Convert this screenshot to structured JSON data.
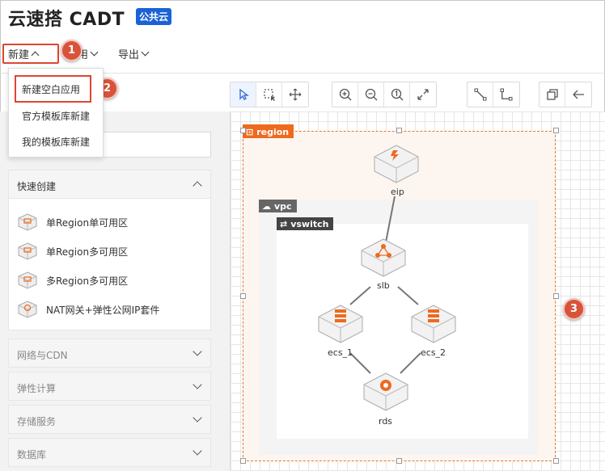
{
  "header": {
    "title": "云速搭 CADT",
    "badge": "公共云"
  },
  "menu": {
    "new_label": "新建",
    "hidden_label": "用",
    "export_label": "导出"
  },
  "dropdown": {
    "items": [
      "新建空白应用",
      "官方模板库新建",
      "我的模板库新建"
    ]
  },
  "steps": [
    "1",
    "2",
    "3"
  ],
  "toolbar": {
    "groups": [
      [
        "pointer-icon",
        "marquee-select-icon",
        "move-icon"
      ],
      [
        "zoom-in-icon",
        "zoom-out-icon",
        "zoom-actual-icon",
        "fit-screen-icon"
      ],
      [
        "connector-straight-icon",
        "connector-elbow-icon"
      ],
      [
        "duplicate-icon",
        "back-arrow-icon"
      ]
    ]
  },
  "sidebar": {
    "quick_create": {
      "title": "快速创建",
      "items": [
        "单Region单可用区",
        "单Region多可用区",
        "多Region多可用区",
        "NAT网关+弹性公网IP套件"
      ]
    },
    "categories": [
      "网络与CDN",
      "弹性计算",
      "存储服务",
      "数据库"
    ]
  },
  "diagram": {
    "containers": {
      "region": "region",
      "vpc": "vpc",
      "vswitch": "vswitch"
    },
    "nodes": [
      "eip",
      "slb",
      "ecs_1",
      "ecs_2",
      "rds"
    ],
    "colors": {
      "accent": "#ed6a1f",
      "region_fill": "#fdf6f0",
      "highlight": "#e0452f",
      "badge_blue": "#1a62d6"
    }
  }
}
